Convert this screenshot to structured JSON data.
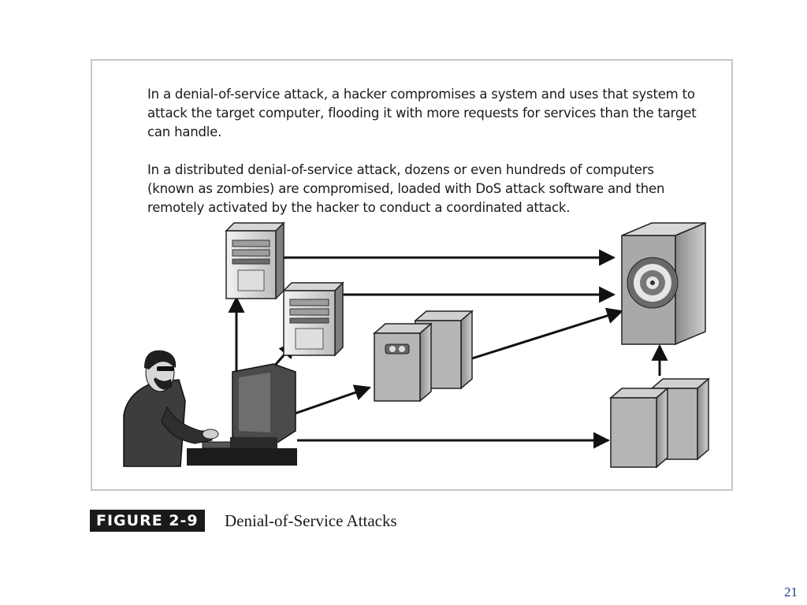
{
  "figure": {
    "paragraphs": [
      "In a denial-of-service attack, a hacker compromises a system and uses that system to attack the target computer, flooding it with more requests for services than the target can handle.",
      "In a distributed denial-of-service attack, dozens or even hundreds of computers (known as zombies) are compromised, loaded with DoS attack software and then remotely activated by the hacker to conduct a coordinated attack."
    ],
    "caption_label": "FIGURE 2-9",
    "caption_title": "Denial-of-Service Attacks"
  },
  "diagram": {
    "nodes": [
      {
        "id": "hacker",
        "icon": "person-at-computer-icon"
      },
      {
        "id": "zombie-pc-1",
        "icon": "desktop-tower-icon"
      },
      {
        "id": "zombie-pc-2",
        "icon": "desktop-tower-icon"
      },
      {
        "id": "zombie-servers-1",
        "icon": "server-cluster-icon"
      },
      {
        "id": "zombie-servers-2",
        "icon": "server-cluster-icon"
      },
      {
        "id": "target",
        "icon": "target-server-icon"
      }
    ],
    "edges": [
      {
        "from": "hacker",
        "to": "zombie-pc-1"
      },
      {
        "from": "hacker",
        "to": "zombie-pc-2"
      },
      {
        "from": "hacker",
        "to": "zombie-servers-1"
      },
      {
        "from": "hacker",
        "to": "zombie-servers-2"
      },
      {
        "from": "zombie-pc-1",
        "to": "target"
      },
      {
        "from": "zombie-pc-2",
        "to": "target"
      },
      {
        "from": "zombie-servers-1",
        "to": "target"
      },
      {
        "from": "zombie-servers-2",
        "to": "target"
      }
    ]
  },
  "page": {
    "number": "21"
  },
  "colors": {
    "page_number": "#1f3f8c",
    "caption_label_bg": "#1a1a1a"
  }
}
